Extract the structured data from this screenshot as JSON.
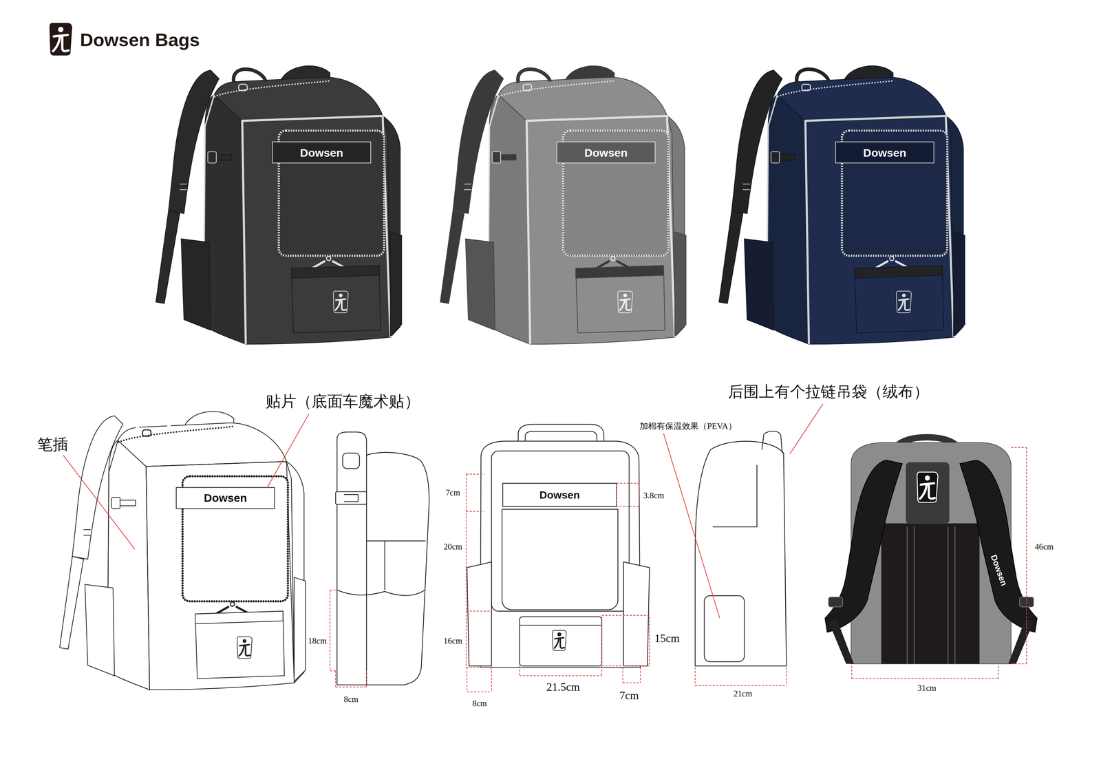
{
  "diagram": {
    "title": "Dowsen Bags",
    "labels": [
      "Dowsen",
      "Dowsen",
      "Dowsen",
      "贴片（底面车魔术贴）",
      "后围上有个拉链吊袋（绒布）",
      "加棉有保温效果（PEVA）",
      "笔插",
      "Dowsen",
      "7cm",
      "Dowsen",
      "3.8cm",
      "20cm",
      "46cm",
      "Dowsen",
      "18cm",
      "16cm",
      "15cm",
      "21.5cm",
      "7cm",
      "8cm",
      "8cm",
      "21cm",
      "31cm"
    ]
  }
}
